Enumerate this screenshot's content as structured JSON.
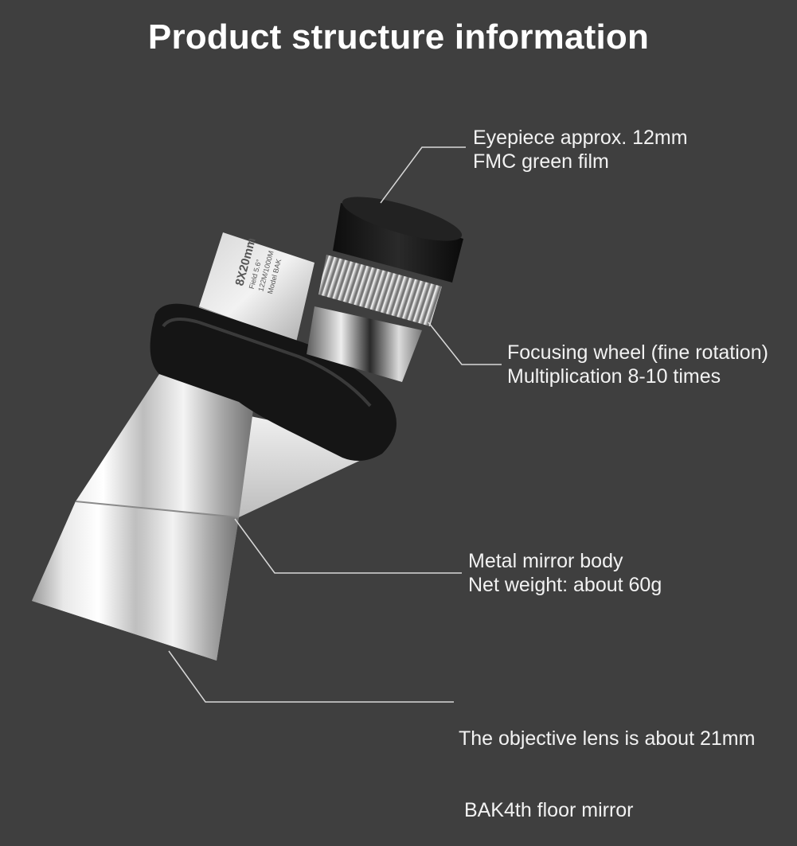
{
  "title": "Product structure information",
  "product": {
    "body_marking_line1": "8X20mm",
    "body_marking_line2": "Field 5.6°",
    "body_marking_line3": "122M/1000M",
    "body_marking_line4": "Model BAK"
  },
  "callouts": [
    {
      "line1": "Eyepiece approx. 12mm",
      "line2": "FMC green film"
    },
    {
      "line1": "Focusing wheel (fine rotation)",
      "line2": "Multiplication 8-10 times"
    },
    {
      "line1": "Metal mirror body",
      "line2": "Net weight: about 60g"
    },
    {
      "line1": "The objective lens is about 21mm",
      "line2": " BAK4th floor mirror"
    }
  ],
  "colors": {
    "background": "#3f3f3f",
    "title": "#ffffff",
    "label": "#f2f2f2",
    "leader_line": "#d8d8d8"
  }
}
